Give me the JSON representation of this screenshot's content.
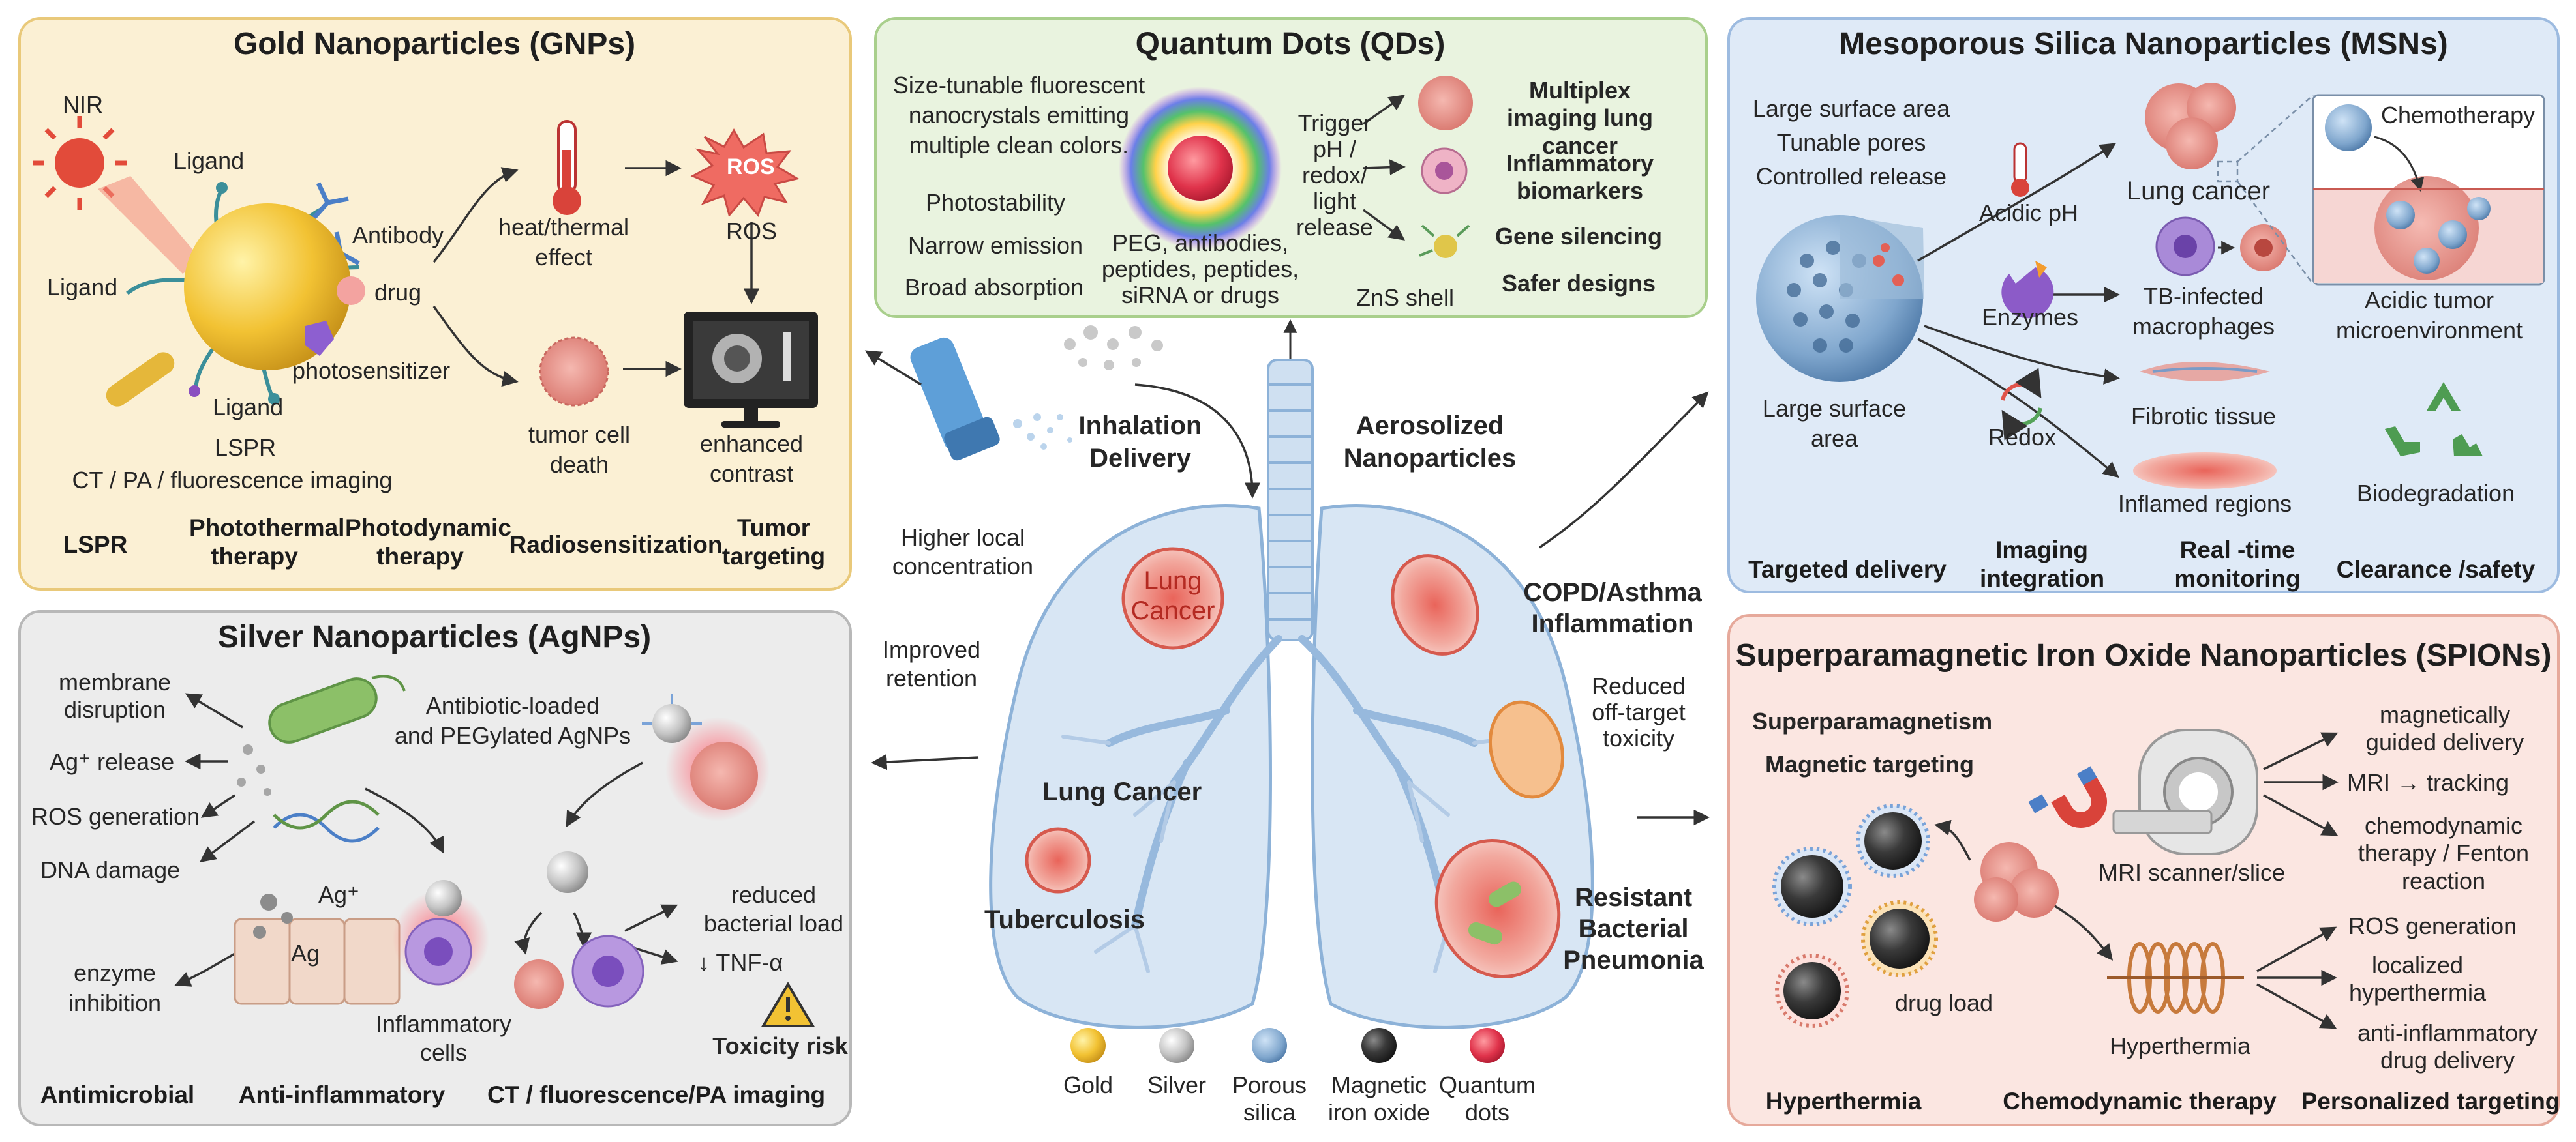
{
  "colors": {
    "gold_panel": "#fbf0d4",
    "gold_border": "#e9c97a",
    "qd_panel": "#e9f3df",
    "qd_border": "#a9cf8c",
    "msn_panel": "#dfeaf7",
    "msn_border": "#9dbbe0",
    "silver_panel": "#ececec",
    "silver_border": "#b8b8b8",
    "spion_panel": "#fbe6e1",
    "spion_border": "#e6a99b",
    "lung": "#cfe0f1",
    "lung_edge": "#8db2d8",
    "tumor": "#e87a6c"
  },
  "gold": {
    "title": "Gold Nanoparticles (GNPs)",
    "nir": "NIR",
    "ligand_top": "Ligand",
    "ligand_left": "Ligand",
    "ligand_bottom": "Ligand",
    "antibody": "Antibody",
    "drug": "drug",
    "photosensitizer": "photosensitizer",
    "lspr": "LSPR",
    "imaging": "CT / PA / fluorescence imaging",
    "heat": [
      "heat/thermal",
      "effect"
    ],
    "ros_badge": "ROS",
    "ros": "ROS",
    "tumor_death": [
      "tumor cell",
      "death"
    ],
    "contrast": [
      "enhanced",
      "contrast"
    ],
    "footer": [
      "LSPR",
      "Photothermal therapy",
      "Photodynamic therapy",
      "Radiosensitization",
      "Tumor targeting"
    ]
  },
  "qd": {
    "title": "Quantum Dots (QDs)",
    "desc": [
      "Size-tunable fluorescent",
      "nanocrystals emitting",
      "multiple clean colors."
    ],
    "props": [
      "Photostability",
      "Narrow emission",
      "Broad absorption"
    ],
    "coating": [
      "PEG, antibodies,",
      "peptides, peptides,",
      "siRNA or drugs"
    ],
    "trigger": [
      "Trigger",
      "pH /",
      "redox/",
      "light",
      "release"
    ],
    "shell": "ZnS shell",
    "apps": [
      "Multiplex imaging lung cancer",
      "Inflammatory biomarkers",
      "Gene silencing",
      "Safer designs"
    ]
  },
  "msn": {
    "title": "Mesoporous Silica Nanoparticles (MSNs)",
    "features": [
      "Large surface area",
      "Tunable pores",
      "Controlled release"
    ],
    "surface": [
      "Large surface",
      "area"
    ],
    "acidic": "Acidic pH",
    "enzymes": "Enzymes",
    "redox": "Redox",
    "lung_cancer": "Lung cancer",
    "tb": [
      "TB-infected",
      "macrophages"
    ],
    "fibrotic": "Fibrotic tissue",
    "inflamed": "Inflamed regions",
    "chemo": "Chemotherapy",
    "micro": [
      "Acidic tumor",
      "microenvironment"
    ],
    "biodeg": "Biodegradation",
    "footer": [
      "Targeted delivery",
      "Imaging integration",
      "Real -time monitoring",
      "Clearance /safety"
    ]
  },
  "silver": {
    "title": "Silver Nanoparticles (AgNPs)",
    "mechanisms": [
      "membrane disruption",
      "Ag⁺ release",
      "ROS generation",
      "DNA damage"
    ],
    "loaded": [
      "Antibiotic-loaded",
      "and PEGylated AgNPs"
    ],
    "ag_plus": "Ag⁺",
    "ag": "Ag",
    "enzyme": [
      "enzyme",
      "inhibition"
    ],
    "inflam": [
      "Inflammatory",
      "cells"
    ],
    "reduced": [
      "reduced",
      "bacterial load"
    ],
    "tnf": "↓ TNF-α",
    "toxicity": "Toxicity risk",
    "footer": [
      "Antimicrobial",
      "Anti-inflammatory",
      "CT / fluorescence/PA imaging"
    ]
  },
  "spion": {
    "title": "Superparamagnetic Iron Oxide Nanoparticles (SPIONs)",
    "superpara": "Superparamagnetism",
    "magnetic": "Magnetic targeting",
    "drug_load": "drug load",
    "mri": "MRI scanner/slice",
    "hyper": "Hyperthermia",
    "right_top": [
      "magnetically guided delivery",
      "MRI → tracking",
      "chemodynamic therapy / Fenton reaction"
    ],
    "right_bottom": [
      "ROS generation",
      "localized hyperthermia",
      "anti-inflammatory drug delivery"
    ],
    "footer": [
      "Hyperthermia",
      "Chemodynamic therapy",
      "Personalized targeting"
    ]
  },
  "center": {
    "inhalation": [
      "Inhalation",
      "Delivery"
    ],
    "aerosol": [
      "Aerosolized",
      "Nanoparticles"
    ],
    "higher": [
      "Higher local",
      "concentration"
    ],
    "improved": [
      "Improved",
      "retention"
    ],
    "copd": [
      "COPD/Asthma",
      "Inflammation"
    ],
    "reduced": [
      "Reduced",
      "off-target",
      "toxicity"
    ],
    "lung_cancer_top": [
      "Lung",
      "Cancer"
    ],
    "lung_cancer": "Lung Cancer",
    "tb": "Tuberculosis",
    "resistant": [
      "Resistant",
      "Bacterial",
      "Pneumonia"
    ],
    "legend": [
      "Gold",
      "Silver",
      "Porous silica",
      "Magnetic iron oxide",
      "Quantum dots"
    ]
  }
}
